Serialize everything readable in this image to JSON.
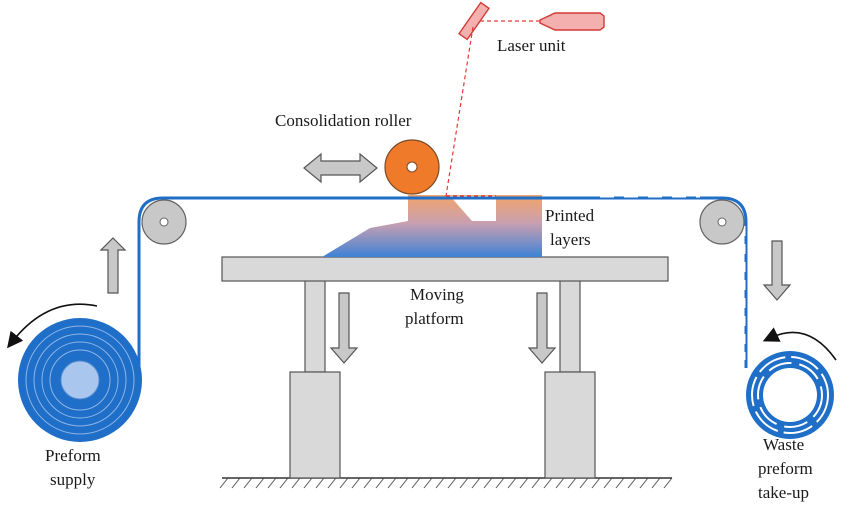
{
  "labels": {
    "laser_unit": "Laser unit",
    "consolidation_roller": "Consolidation roller",
    "printed_layers_1": "Printed",
    "printed_layers_2": "layers",
    "moving_platform_1": "Moving",
    "moving_platform_2": "platform",
    "preform_supply_1": "Preform",
    "preform_supply_2": "supply",
    "waste_preform_1": "Waste",
    "waste_preform_2": "preform",
    "waste_preform_3": "take-up"
  },
  "colors": {
    "tape_blue": "#1f6fc8",
    "roller_orange": "#ef7a2a",
    "laser_red": "#e53935",
    "machine_gray": "#d9d9d9",
    "outline": "#555555",
    "spool_center": "#a9c6ee"
  },
  "icons": {
    "movement_arrows": "double-arrow-left-right",
    "flow_arrows": "block-arrow",
    "rotation_arrows": "curved-arrow"
  }
}
